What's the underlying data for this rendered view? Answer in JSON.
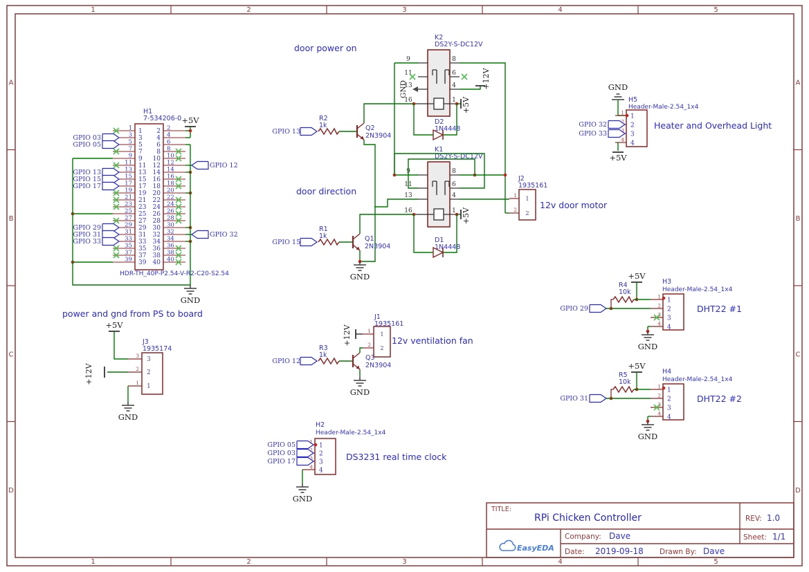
{
  "sheet": {
    "frame_cols": [
      "1",
      "2",
      "3",
      "4",
      "5"
    ],
    "frame_rows": [
      "A",
      "B",
      "C",
      "D"
    ]
  },
  "colors": {
    "wire": "#007a00",
    "component": "#8b2626",
    "label_blue": "#3232cc",
    "annotation_blue": "#2a2ad6",
    "frame": "#8b3a3a",
    "red_label": "#a03636",
    "junction": "#cf1d1d",
    "unused_x": "#4fc24f",
    "pin_black": "#2b2b2b",
    "power_text": "#1c1c1c",
    "outer_num": "#b04545",
    "logo_blue": "#4a7fe0"
  },
  "nets": {
    "v5": "+5V",
    "v12": "+12V",
    "gnd": "GND"
  },
  "notes": {
    "power_note": "power and gnd from PS to board",
    "door_power": "door power on",
    "door_direction": "door direction",
    "door_motor": "12v door motor",
    "fan": "12v ventilation fan",
    "rtc": "DS3231 real time clock",
    "dht1": "DHT22 #1",
    "dht2": "DHT22 #2",
    "heater": "Heater and Overhead Light"
  },
  "gpio": {
    "g13": "GPIO 13",
    "g15": "GPIO 15",
    "g12": "GPIO 12"
  },
  "h1": {
    "ref": "H1",
    "part": "7-534206-0",
    "footprint": "HDR-TH_40P-P2.54-V-R2-C20-S2.54",
    "left": [
      {
        "n": "1",
        "t": "x"
      },
      {
        "n": "3",
        "t": "g",
        "l": "GPIO 03"
      },
      {
        "n": "5",
        "t": "g",
        "l": "GPIO 05"
      },
      {
        "n": "7",
        "t": "x"
      },
      {
        "n": "9",
        "t": "w"
      },
      {
        "n": "11",
        "t": "x"
      },
      {
        "n": "13",
        "t": "g",
        "l": "GPIO 13"
      },
      {
        "n": "15",
        "t": "g",
        "l": "GPIO 15"
      },
      {
        "n": "17",
        "t": "g",
        "l": "GPIO 17"
      },
      {
        "n": "19",
        "t": "x"
      },
      {
        "n": "21",
        "t": "x"
      },
      {
        "n": "23",
        "t": "x"
      },
      {
        "n": "25",
        "t": "w",
        "dot": true
      },
      {
        "n": "27",
        "t": "x"
      },
      {
        "n": "29",
        "t": "g",
        "l": "GPIO 29"
      },
      {
        "n": "31",
        "t": "g",
        "l": "GPIO 31"
      },
      {
        "n": "33",
        "t": "g",
        "l": "GPIO 33"
      },
      {
        "n": "35",
        "t": "x"
      },
      {
        "n": "37",
        "t": "x"
      },
      {
        "n": "39",
        "t": "w",
        "dot": true
      }
    ],
    "right": [
      {
        "n": "2",
        "t": "v",
        "dot": true
      },
      {
        "n": "4",
        "t": "v"
      },
      {
        "n": "6",
        "t": "w"
      },
      {
        "n": "8",
        "t": "x"
      },
      {
        "n": "10",
        "t": "x"
      },
      {
        "n": "12",
        "t": "g",
        "l": "GPIO 12"
      },
      {
        "n": "14",
        "t": "w",
        "dot": true
      },
      {
        "n": "16",
        "t": "x"
      },
      {
        "n": "18",
        "t": "x"
      },
      {
        "n": "20",
        "t": "w",
        "dot": true
      },
      {
        "n": "22",
        "t": "x"
      },
      {
        "n": "24",
        "t": "x"
      },
      {
        "n": "26",
        "t": "x"
      },
      {
        "n": "28",
        "t": "x"
      },
      {
        "n": "30",
        "t": "w",
        "dot": true
      },
      {
        "n": "32",
        "t": "g",
        "l": "GPIO 32"
      },
      {
        "n": "34",
        "t": "w",
        "dot": true
      },
      {
        "n": "36",
        "t": "x"
      },
      {
        "n": "38",
        "t": "x"
      },
      {
        "n": "40",
        "t": "x"
      }
    ]
  },
  "parts": {
    "k1": {
      "ref": "K1",
      "name": "DS2Y-S-DC12V",
      "pl": [
        "9",
        "11",
        "13",
        "16"
      ],
      "pr": [
        "8",
        "6",
        "4",
        "1"
      ]
    },
    "k2": {
      "ref": "K2",
      "name": "DS2Y-S-DC12V",
      "pl": [
        "9",
        "11",
        "13",
        "16"
      ],
      "pr": [
        "8",
        "6",
        "4",
        "1"
      ]
    },
    "d1": {
      "ref": "D1",
      "name": "1N4448"
    },
    "d2": {
      "ref": "D2",
      "name": "1N4448"
    },
    "q1": {
      "ref": "Q1",
      "name": "2N3904"
    },
    "q2": {
      "ref": "Q2",
      "name": "2N3904"
    },
    "q3": {
      "ref": "Q3",
      "name": "2N3904"
    },
    "r1": {
      "ref": "R1",
      "name": "1k"
    },
    "r2": {
      "ref": "R2",
      "name": "1k"
    },
    "r3": {
      "ref": "R3",
      "name": "1k"
    },
    "r4": {
      "ref": "R4",
      "name": "10k"
    },
    "r5": {
      "ref": "R5",
      "name": "10k"
    },
    "j1": {
      "ref": "J1",
      "name": "1935161",
      "pins": [
        "1",
        "2"
      ]
    },
    "j2": {
      "ref": "J2",
      "name": "1935161",
      "pins": [
        "1",
        "2"
      ]
    },
    "j3": {
      "ref": "J3",
      "name": "1935174",
      "pins": [
        "3",
        "2",
        "1"
      ]
    },
    "h2": {
      "ref": "H2",
      "name": "Header-Male-2.54_1x4",
      "pins": [
        "1",
        "2",
        "3",
        "4"
      ],
      "gpio": [
        "GPIO 05",
        "GPIO 03",
        "GPIO 17"
      ]
    },
    "h3": {
      "ref": "H3",
      "name": "Header-Male-2.54_1x4",
      "pins": [
        "1",
        "2",
        "3",
        "4"
      ],
      "gpio": [
        "GPIO 29"
      ]
    },
    "h4": {
      "ref": "H4",
      "name": "Header-Male-2.54_1x4",
      "pins": [
        "1",
        "2",
        "3",
        "4"
      ],
      "gpio": [
        "GPIO 31"
      ]
    },
    "h5": {
      "ref": "H5",
      "name": "Header-Male-2.54_1x4",
      "pins": [
        "1",
        "2",
        "3",
        "4"
      ],
      "gpio": [
        "GPIO 32",
        "GPIO 33"
      ]
    }
  },
  "title_block": {
    "title_label": "TITLE:",
    "title": "RPi Chicken Controller",
    "rev_label": "REV:",
    "rev": "1.0",
    "company_label": "Company:",
    "company": "Dave",
    "sheet_label": "Sheet:",
    "sheet": "1/1",
    "date_label": "Date:",
    "date": "2019-09-18",
    "drawn_label": "Drawn By:",
    "drawn_by": "Dave",
    "logo": "EasyEDA"
  }
}
